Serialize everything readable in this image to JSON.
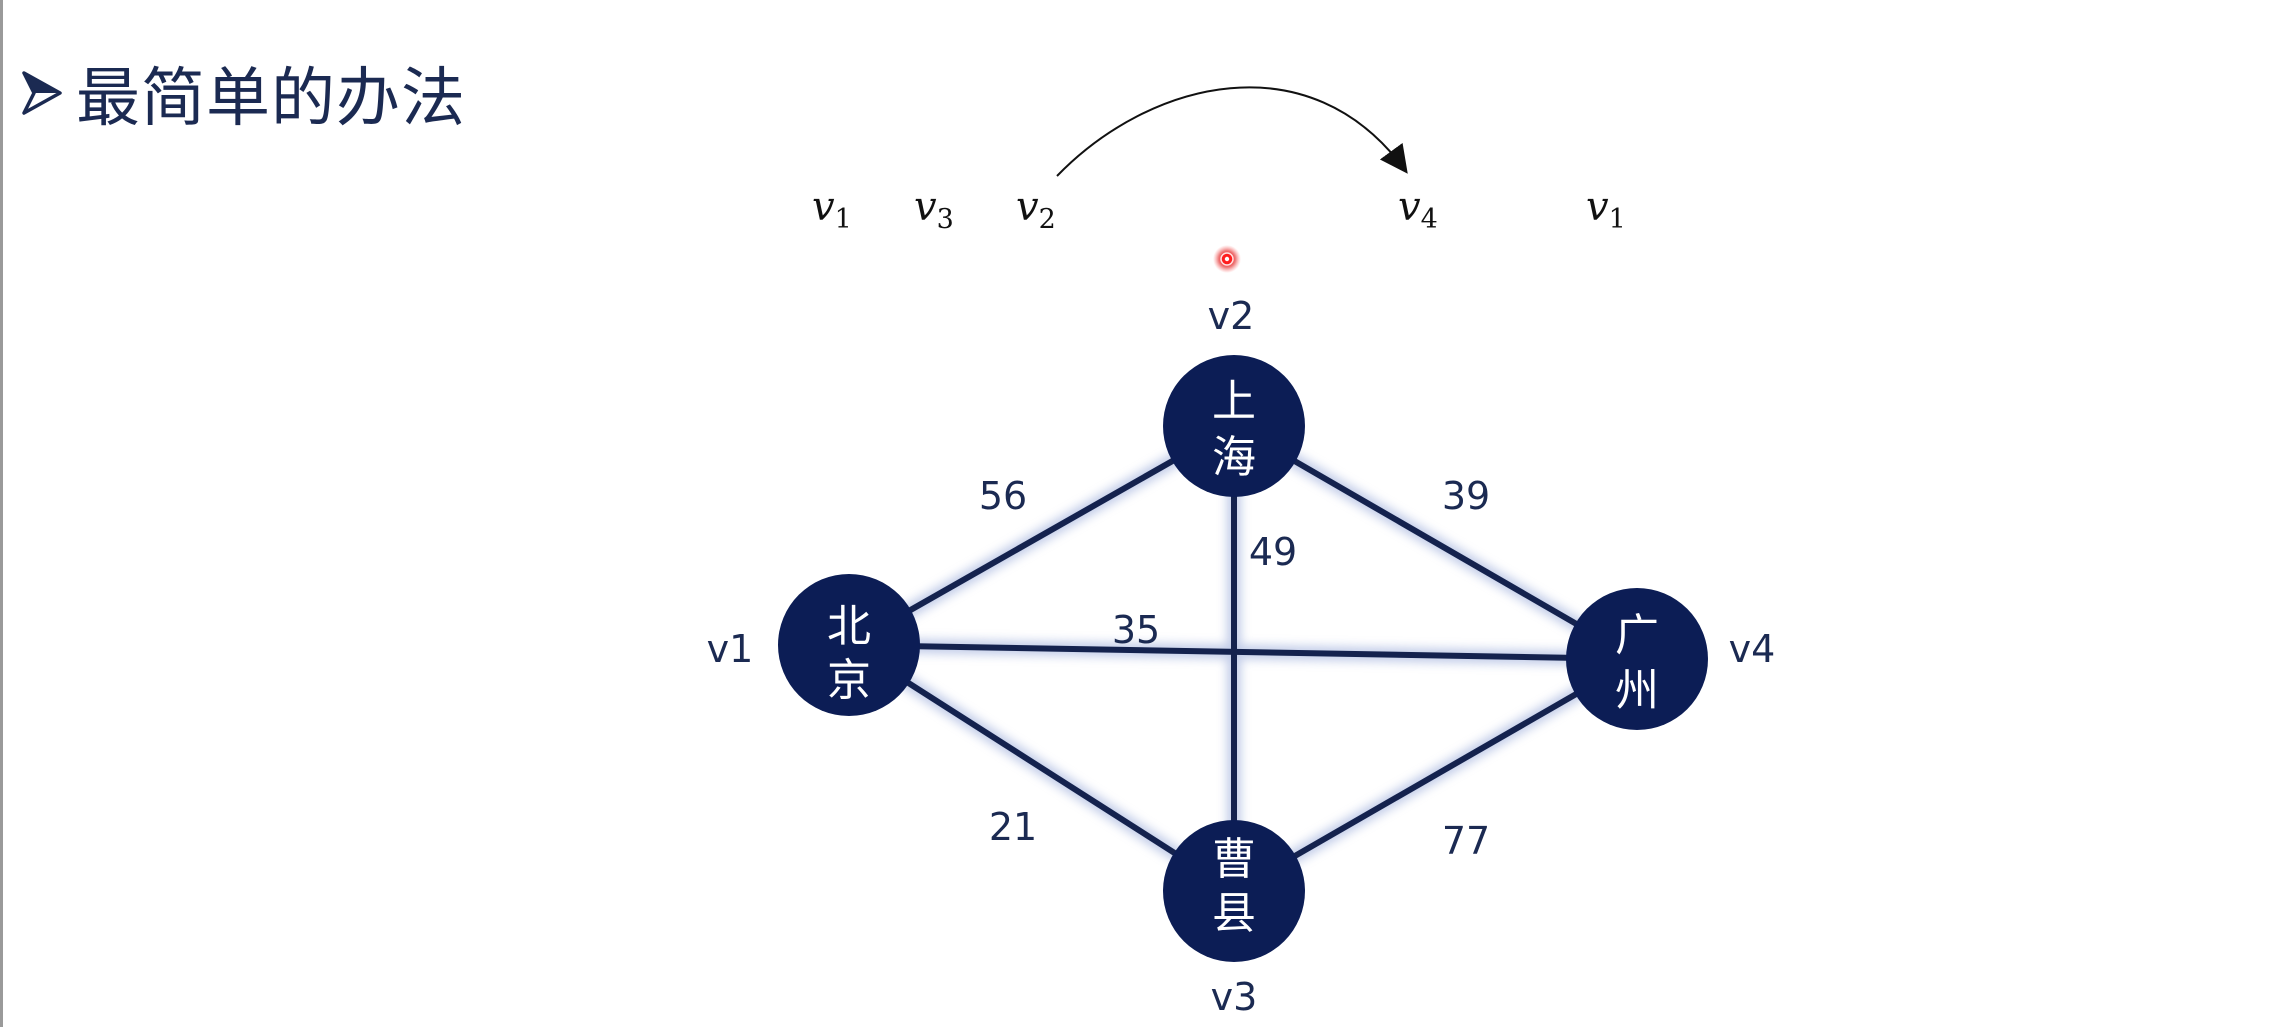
{
  "slide": {
    "title": "最简单的办法"
  },
  "sequence": [
    {
      "letter": "v",
      "sub": "1"
    },
    {
      "letter": "v",
      "sub": "3"
    },
    {
      "letter": "v",
      "sub": "2"
    },
    {
      "letter": "v",
      "sub": "4"
    },
    {
      "letter": "v",
      "sub": "1"
    }
  ],
  "graph": {
    "nodes": [
      {
        "id": "v1",
        "label": "v1",
        "city_line1": "北",
        "city_line2": "京"
      },
      {
        "id": "v2",
        "label": "v2",
        "city_line1": "上",
        "city_line2": "海"
      },
      {
        "id": "v3",
        "label": "v3",
        "city_line1": "曹",
        "city_line2": "县"
      },
      {
        "id": "v4",
        "label": "v4",
        "city_line1": "广",
        "city_line2": "州"
      }
    ],
    "edges": [
      {
        "from": "v1",
        "to": "v2",
        "weight": "56"
      },
      {
        "from": "v2",
        "to": "v4",
        "weight": "39"
      },
      {
        "from": "v2",
        "to": "v3",
        "weight": "49"
      },
      {
        "from": "v1",
        "to": "v4",
        "weight": "35"
      },
      {
        "from": "v1",
        "to": "v3",
        "weight": "21"
      },
      {
        "from": "v3",
        "to": "v4",
        "weight": "77"
      }
    ]
  },
  "colors": {
    "node_fill": "#0c1d55",
    "edge": "#14224e",
    "edge_glow": "#8fa2d6",
    "text": "#1b2a52",
    "pointer": "#e02020"
  }
}
